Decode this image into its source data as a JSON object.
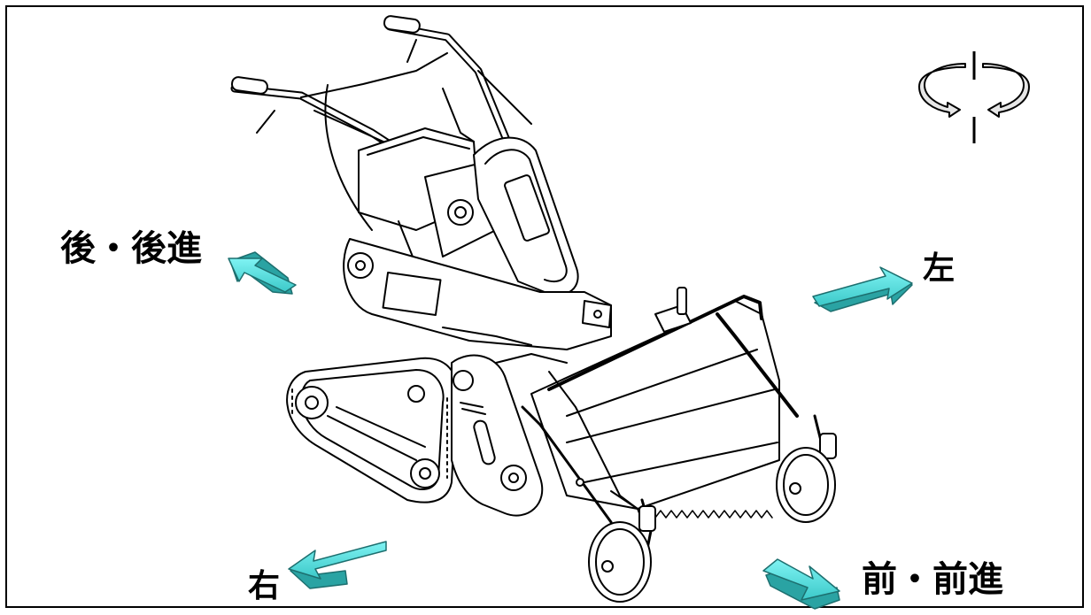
{
  "labels": {
    "back": "後・後進",
    "left": "左",
    "right": "右",
    "front": "前・前進"
  },
  "colors": {
    "arrow_top": "#66ecec",
    "arrow_side": "#2aa3a3",
    "arrow_outline": "#1d6f6f",
    "line": "#000000",
    "background": "#ffffff"
  },
  "icons": {
    "rotation": "rotation-icon",
    "machine": "walk-behind-flail-mower-illustration"
  }
}
